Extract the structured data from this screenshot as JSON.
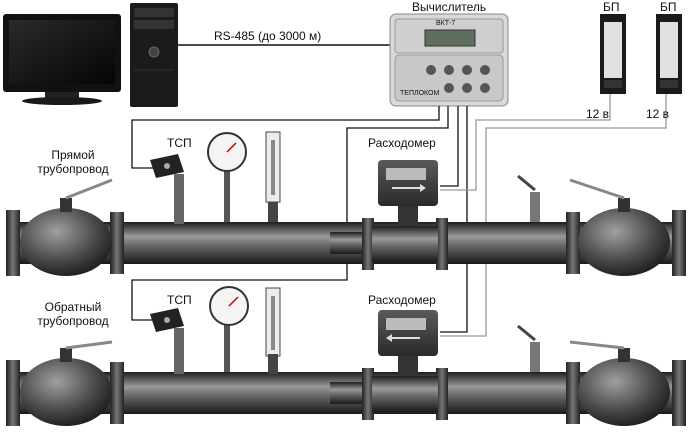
{
  "labels": {
    "link": "RS-485 (до 3000 м)",
    "calculator": "Вычислитель",
    "psu1": "БП",
    "psu2": "БП",
    "volt1": "12 в",
    "volt2": "12 в",
    "supply_line1": "Прямой",
    "supply_line2": "трубопровод",
    "return_line1": "Обратный",
    "return_line2": "трубопровод",
    "tsp_top": "ТСП",
    "tsp_bottom": "ТСП",
    "flowmeter_top": "Расходомер",
    "flowmeter_bottom": "Расходомер"
  },
  "device": {
    "brand": "ТЕПЛОКОМ",
    "model": "ВКТ-7"
  },
  "colors": {
    "pipe_dark": "#2b2b2b",
    "pipe_light": "#8a8a8a",
    "wire": "#111111",
    "device_body": "#d9d9d9"
  }
}
